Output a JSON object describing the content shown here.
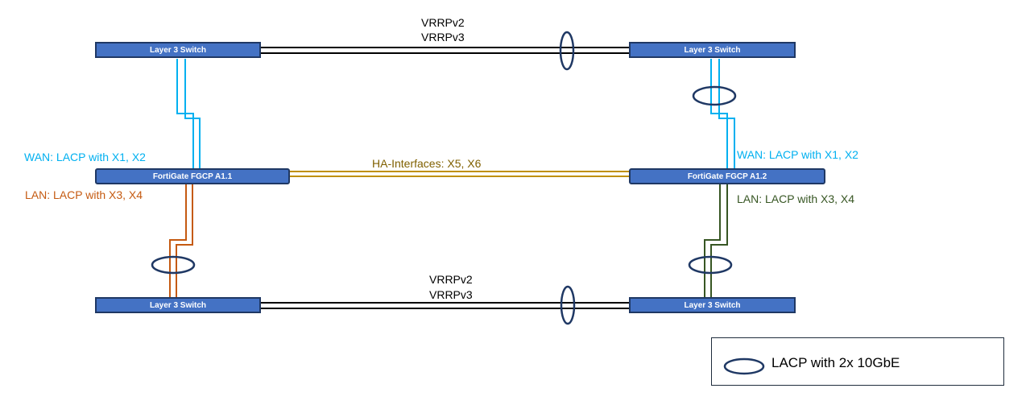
{
  "nodes": {
    "sw_top_left": "Layer 3  Switch",
    "sw_top_right": "Layer 3  Switch",
    "fw_left": "FortiGate FGCP A1.1",
    "fw_right": "FortiGate FGCP A1.2",
    "sw_bottom_left": "Layer 3  Switch",
    "sw_bottom_right": "Layer 3  Switch"
  },
  "links": {
    "top_vrrp_line1": "VRRPv2",
    "top_vrrp_line2": "VRRPv3",
    "bottom_vrrp_line1": "VRRPv2",
    "bottom_vrrp_line2": "VRRPv3",
    "ha": "HA-Interfaces: X5, X6",
    "wan_left": "WAN: LACP with X1, X2",
    "lan_left": "LAN: LACP with X3, X4",
    "wan_right": "WAN: LACP with X1, X2",
    "lan_right": "LAN: LACP with X3, X4"
  },
  "legend": {
    "label": "LACP with 2x 10GbE"
  },
  "colors": {
    "node_fill": "#4472c4",
    "node_border": "#1f3864",
    "wan": "#00b0f0",
    "lan_left": "#c55a11",
    "lan_right": "#375623",
    "ha": "#bf9000",
    "lacp_ellipse": "#1f3864"
  }
}
